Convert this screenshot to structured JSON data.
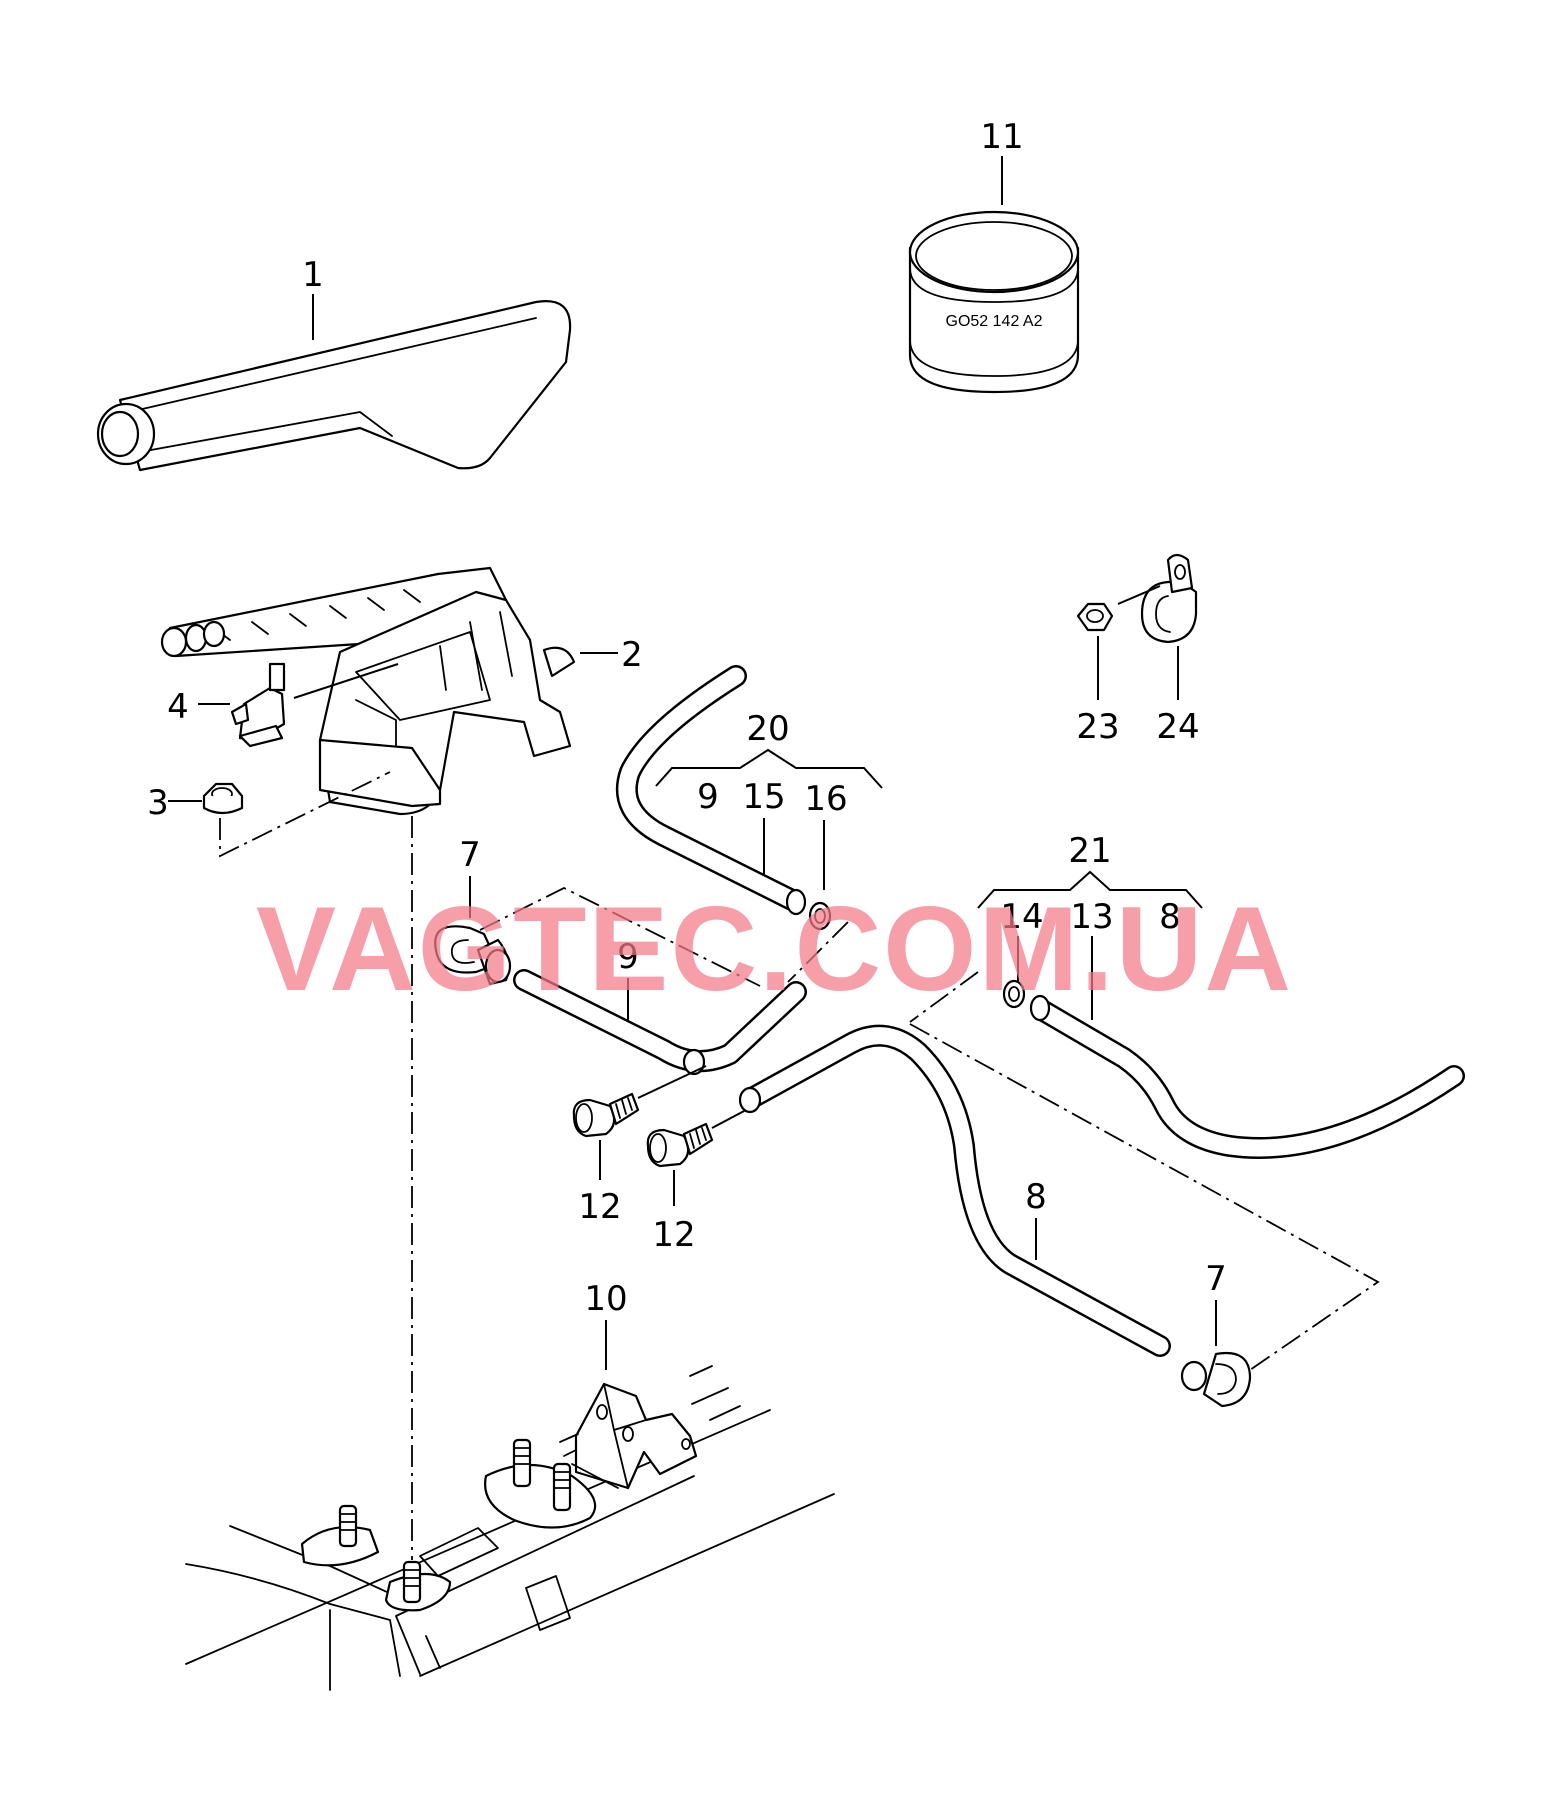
{
  "watermark": "VAGTEC.COM.UA",
  "can_marking": "GO52 142 A2",
  "labels": {
    "l1": "1",
    "l2": "2",
    "l3": "3",
    "l4": "4",
    "l7a": "7",
    "l7b": "7",
    "l8a": "8",
    "l8b": "8",
    "l9a": "9",
    "l9b": "9",
    "l10": "10",
    "l11": "11",
    "l12a": "12",
    "l12b": "12",
    "l13": "13",
    "l14": "14",
    "l15": "15",
    "l16": "16",
    "l20": "20",
    "l21": "21",
    "l23": "23",
    "l24": "24"
  }
}
